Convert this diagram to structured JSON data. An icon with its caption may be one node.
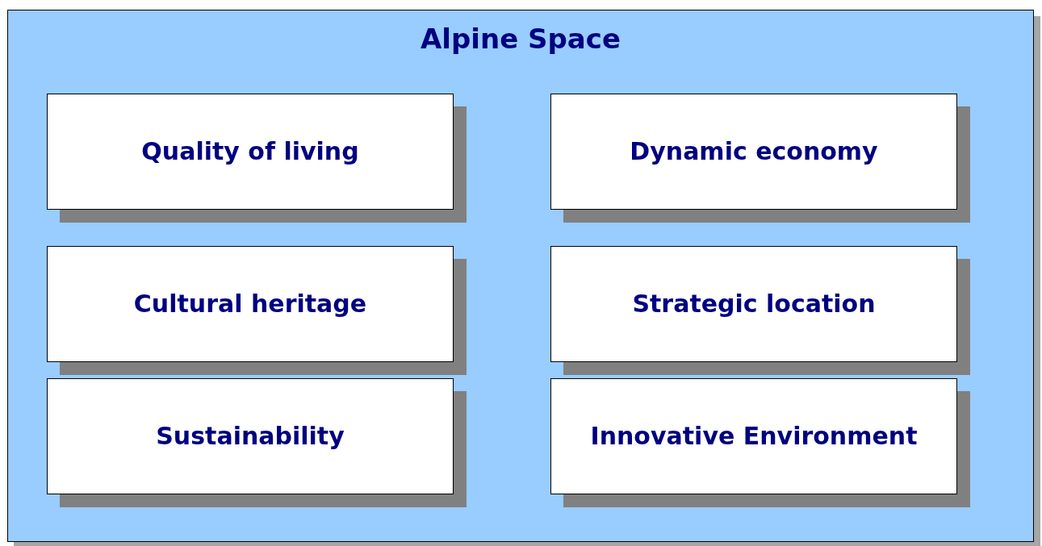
{
  "diagram": {
    "nodes": [
      {
        "text": [
          "Alpine Space"
        ]
      },
      {
        "text": [
          "Quality of living"
        ],
        "in": 0
      },
      {
        "text": [
          "Dynamic economy"
        ],
        "in": 0
      },
      {
        "text": [
          "Cultural heritage"
        ],
        "in": 0
      },
      {
        "text": [
          "Strategic location"
        ],
        "in": 0
      },
      {
        "text": [
          "Sustainability"
        ],
        "in": 0
      },
      {
        "text": [
          "Innovative Environment"
        ],
        "in": 0
      }
    ]
  }
}
